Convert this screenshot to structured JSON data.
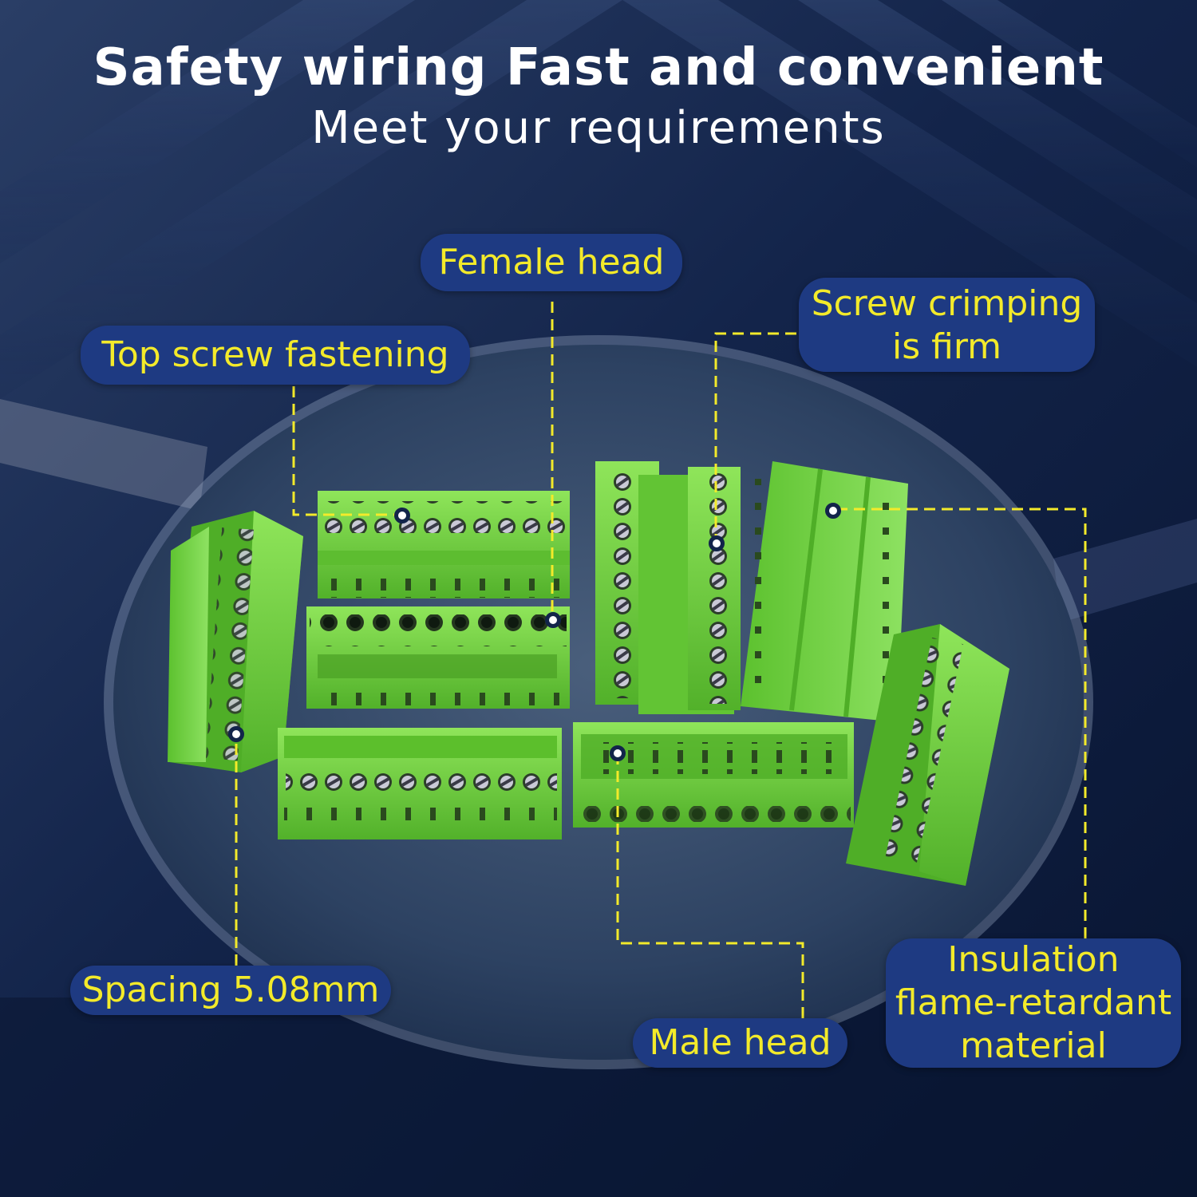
{
  "heading": {
    "title": "Safety wiring Fast and convenient",
    "subtitle": "Meet your requirements"
  },
  "callouts": {
    "female_head": "Female head",
    "top_screw": "Top screw fastening",
    "screw_crimping_line1": "Screw crimping",
    "screw_crimping_line2": "is firm",
    "spacing": "Spacing 5.08mm",
    "male_head": "Male head",
    "insulation_line1": "Insulation",
    "insulation_line2": "flame-retardant",
    "insulation_line3": "material"
  },
  "colors": {
    "callout_bg": "#1e3a82",
    "callout_text": "#f3ea2a",
    "leader_line": "#f3ea2a",
    "connector_green": "#6fd43a",
    "background": "#0c1a38"
  },
  "image": {
    "subject": "green pluggable screw terminal block connectors on a round display disc"
  }
}
